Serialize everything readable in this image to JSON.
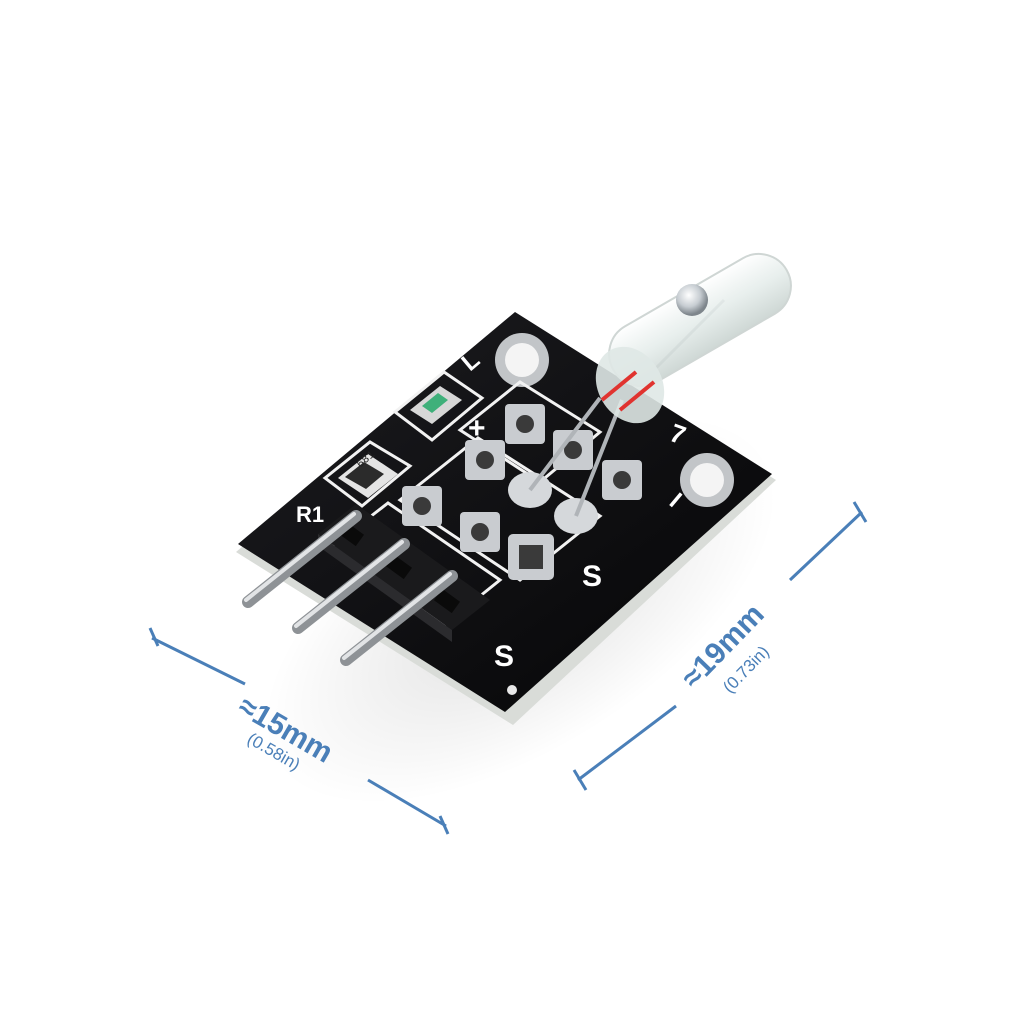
{
  "photo": {
    "subject": "mercury tilt switch sensor module",
    "colors": {
      "background": "#ffffff",
      "pcb": "#0b0b0d",
      "pcb_edge": "#d9dcd8",
      "silkscreen": "#ffffff",
      "pad": "#c9ccd0",
      "pin": "#b9bcc0",
      "header": "#1a1a1c",
      "glass": "#e8f0ee",
      "dimension_line": "#4a7fb8"
    }
  },
  "silkscreen": {
    "minus_top": "L",
    "plus": "+",
    "r1": "R1",
    "s_top": "S",
    "s_bottom": "S",
    "minus_right": "I",
    "seven": "7",
    "resistor_code": "681"
  },
  "dimensions": {
    "width_main": "≈15mm",
    "width_sub": "(0.58in)",
    "height_main": "≈19mm",
    "height_sub": "(0.73in)"
  }
}
